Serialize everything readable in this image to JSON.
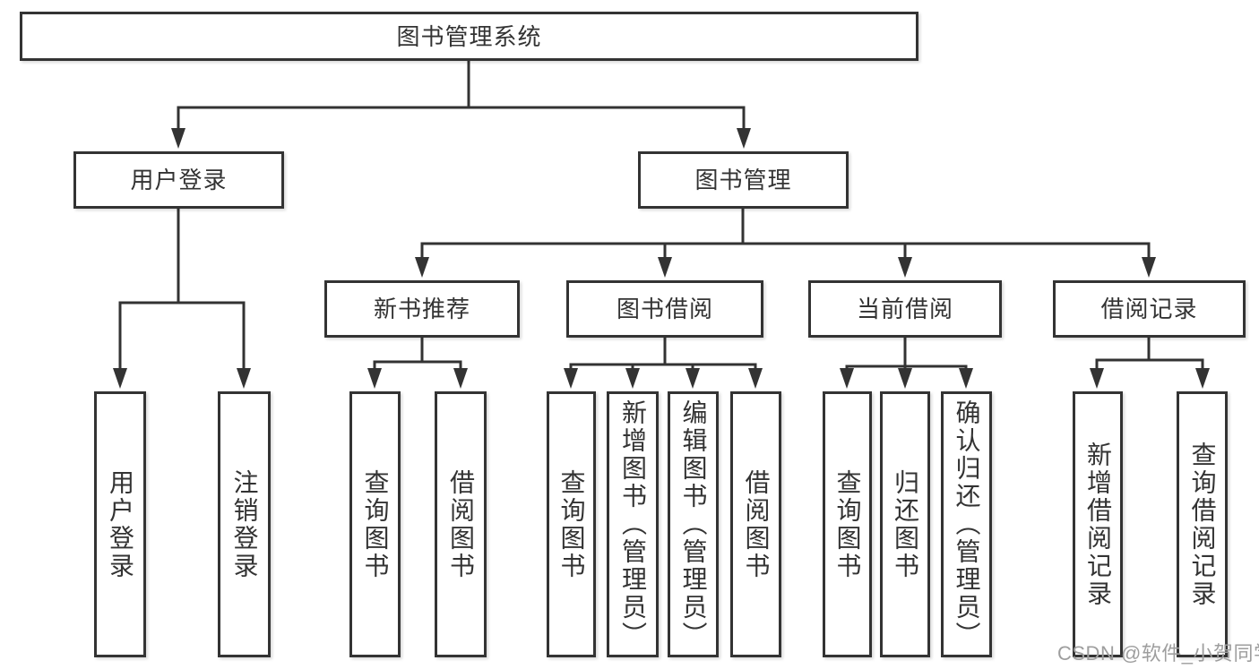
{
  "tree": {
    "label": "图书管理系统",
    "children": [
      {
        "label": "用户登录",
        "children": [
          {
            "label": "用户登录"
          },
          {
            "label": "注销登录"
          }
        ]
      },
      {
        "label": "图书管理",
        "children": [
          {
            "label": "新书推荐",
            "children": [
              {
                "label": "查询图书"
              },
              {
                "label": "借阅图书"
              }
            ]
          },
          {
            "label": "图书借阅",
            "children": [
              {
                "label": "查询图书"
              },
              {
                "label": "新增图书（管理员）"
              },
              {
                "label": "编辑图书（管理员）"
              },
              {
                "label": "借阅图书"
              }
            ]
          },
          {
            "label": "当前借阅",
            "children": [
              {
                "label": "查询图书"
              },
              {
                "label": "归还图书"
              },
              {
                "label": "确认归还（管理员）"
              }
            ]
          },
          {
            "label": "借阅记录",
            "children": [
              {
                "label": "新增借阅记录"
              },
              {
                "label": "查询借阅记录"
              }
            ]
          }
        ]
      }
    ]
  },
  "watermark": "CSDN @软件_小贺同学",
  "colors": {
    "line": "#333333",
    "box_border": "#333333",
    "box_fill": "#ffffff",
    "text": "#333333",
    "watermark": "#9e9e9e",
    "background": "#ffffff"
  }
}
